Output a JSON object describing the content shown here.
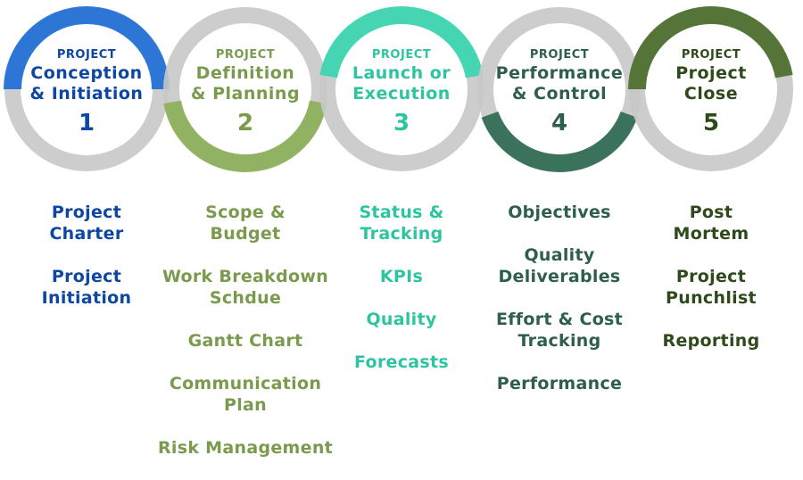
{
  "phases": [
    {
      "kicker": "PROJECT",
      "title_lines": [
        "Conception",
        "& Initiation"
      ],
      "number": "1",
      "color": "#0d47a1",
      "ring_color": "#1f6fd6",
      "items": [
        [
          "Project",
          "Charter"
        ],
        [
          "Project",
          "Initiation"
        ]
      ]
    },
    {
      "kicker": "PROJECT",
      "title_lines": [
        "Definition",
        "& Planning"
      ],
      "number": "2",
      "color": "#7a9a4e",
      "ring_color": "#8db05a",
      "items": [
        [
          "Scope &",
          "Budget"
        ],
        [
          "Work Breakdown",
          "Schdue"
        ],
        [
          "Gantt Chart"
        ],
        [
          "Communication Plan"
        ],
        [
          "Risk Management"
        ]
      ]
    },
    {
      "kicker": "PROJECT",
      "title_lines": [
        "Launch or",
        "Execution"
      ],
      "number": "3",
      "color": "#2ec4a0",
      "ring_color": "#3ad6b0",
      "items": [
        [
          "Status &",
          "Tracking"
        ],
        [
          "KPIs"
        ],
        [
          "Quality"
        ],
        [
          "Forecasts"
        ]
      ]
    },
    {
      "kicker": "PROJECT",
      "title_lines": [
        "Performance",
        "& Control"
      ],
      "number": "4",
      "color": "#2e5e4e",
      "ring_color": "#2f6a52",
      "items": [
        [
          "Objectives"
        ],
        [
          "Quality",
          "Deliverables"
        ],
        [
          "Effort & Cost",
          "Tracking"
        ],
        [
          "Performance"
        ]
      ]
    },
    {
      "kicker": "PROJECT",
      "title_lines": [
        "Project",
        "Close"
      ],
      "number": "5",
      "color": "#2e4a1a",
      "ring_color": "#4a6e2a",
      "items": [
        [
          "Post",
          "Mortem"
        ],
        [
          "Project",
          "Punchlist"
        ],
        [
          "Reporting"
        ]
      ]
    }
  ]
}
